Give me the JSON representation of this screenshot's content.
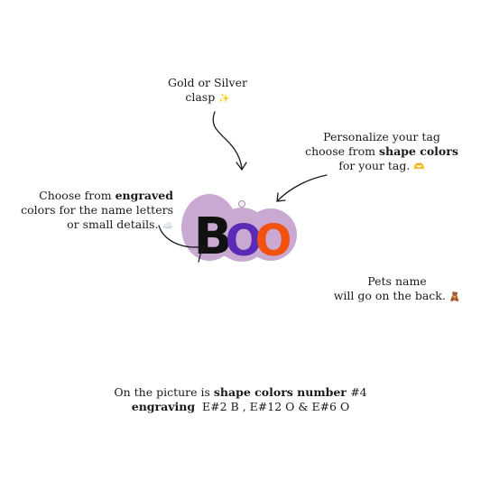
{
  "clasp_note": {
    "line1": "Gold or Silver",
    "line2": "clasp",
    "emoji": "✨"
  },
  "shape_note": {
    "line1": "Personalize your tag",
    "line2_pre": "choose from ",
    "line2_bold": "shape colors",
    "line3": "for your tag.",
    "emoji": "🫶"
  },
  "engraved_note": {
    "line1_pre": "Choose from ",
    "line1_bold": "engraved",
    "line2": "colors for the name letters",
    "line3": "or small details.",
    "emoji": "☁️"
  },
  "back_note": {
    "line1": "Pets name",
    "line2": "will go on the back.",
    "emoji": "🧸"
  },
  "bottom_note": {
    "line1_pre": "On the picture is ",
    "line1_bold": "shape colors number ",
    "line1_post": "#4",
    "line2_bold": "engraving",
    "line2_post": "  E#2 B , E#12 O & E#6 O"
  },
  "tag": {
    "letters": [
      "B",
      "O",
      "O"
    ],
    "shape_color": "#c9a8d1",
    "letter_colors": [
      "#111111",
      "#5b2bb8",
      "#f2510f"
    ]
  }
}
